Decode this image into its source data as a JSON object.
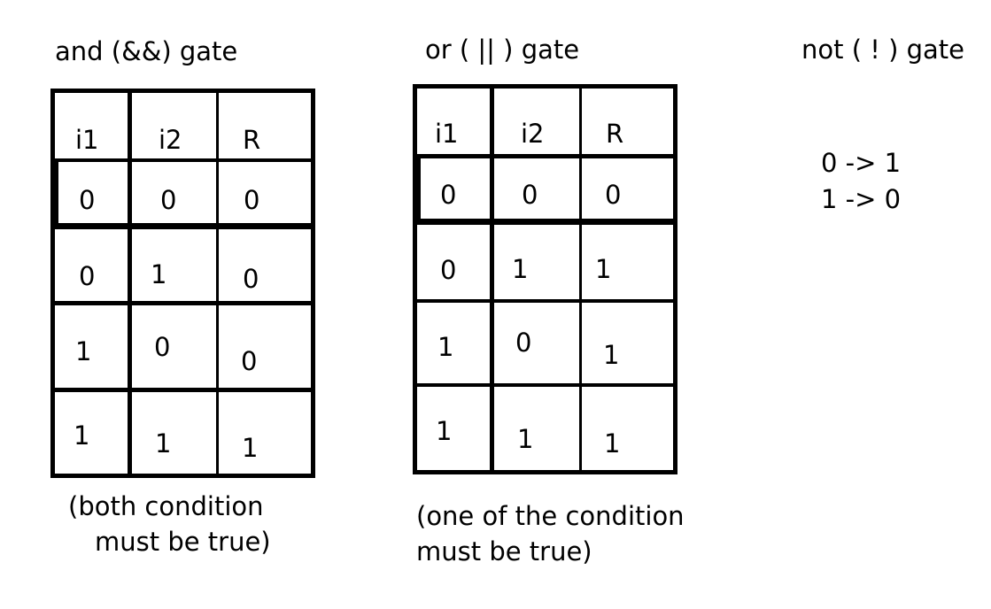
{
  "and_gate": {
    "title": "and (&&) gate",
    "headers": [
      "i1",
      "i2",
      "R"
    ],
    "rows": [
      [
        "0",
        "0",
        "0"
      ],
      [
        "0",
        "1",
        "0"
      ],
      [
        "1",
        "0",
        "0"
      ],
      [
        "1",
        "1",
        "1"
      ]
    ],
    "note_line1": "(both condition",
    "note_line2": "must be true)"
  },
  "or_gate": {
    "title": "or ( || )  gate",
    "headers": [
      "i1",
      "i2",
      "R"
    ],
    "rows": [
      [
        "0",
        "0",
        "0"
      ],
      [
        "0",
        "1",
        "1"
      ],
      [
        "1",
        "0",
        "1"
      ],
      [
        "1",
        "1",
        "1"
      ]
    ],
    "note_line1": "(one of the condition",
    "note_line2": "must be true)"
  },
  "not_gate": {
    "title": "not ( ! ) gate",
    "mappings": [
      "0  -> 1",
      "1  -> 0"
    ]
  }
}
